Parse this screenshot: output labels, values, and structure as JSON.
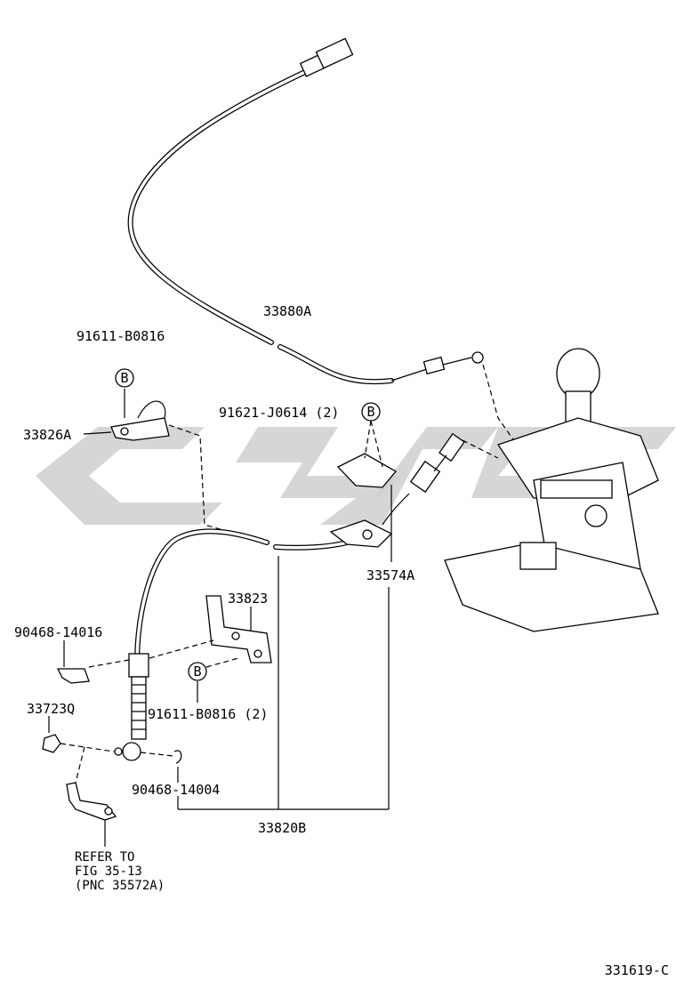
{
  "watermark": {
    "color": "#c8c8c8"
  },
  "labels": {
    "cable_upper": "33880A",
    "bolt_top": "91611-B0816",
    "bracket": "33826A",
    "bolt_mid": "91621-J0614 (2)",
    "retainer": "33574A",
    "bracket_lower": "33823",
    "clip_left": "90468-14016",
    "bolt_lower": "91611-B0816 (2)",
    "nut": "33723Q",
    "clip_right": "90468-14004",
    "cable_lower": "33820B"
  },
  "callout_letter": "B",
  "refer": {
    "line1": "REFER TO",
    "line2": "FIG 35-13",
    "line3": "(PNC 35572A)"
  },
  "figure_id": "331619-C"
}
